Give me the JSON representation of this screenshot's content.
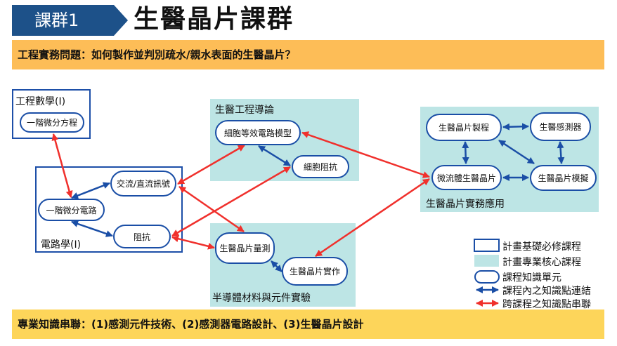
{
  "header": {
    "tag": "課群1",
    "title": "生醫晶片課群",
    "question": "工程實務問題：如何製作並判別疏水/親水表面的生醫晶片？"
  },
  "courses": {
    "math": {
      "title": "工程數學(I)",
      "units": [
        "一階微分方程"
      ]
    },
    "circuit": {
      "title": "電路學(I)",
      "units": [
        "交流/直流訊號",
        "一階微分電路",
        "阻抗"
      ]
    },
    "bme_intro": {
      "title": "生醫工程導論",
      "units": [
        "細胞等效電路模型",
        "細胞阻抗"
      ]
    },
    "semi_lab": {
      "title": "半導體材料與元件實驗",
      "units": [
        "生醫晶片量測",
        "生醫晶片實作"
      ]
    },
    "biochip_app": {
      "title": "生醫晶片實務應用",
      "units": [
        "生醫晶片製程",
        "生醫感測器",
        "微流體生醫晶片",
        "生醫晶片模擬"
      ]
    }
  },
  "legend": [
    "計畫基礎必修課程",
    "計畫專業核心課程",
    "課程知識單元",
    "課程內之知識點連結",
    "跨課程之知識點串聯"
  ],
  "footer": "專業知識串聯：(1)感測元件技術、(2)感測器電路設計、(3)生醫晶片設計",
  "colors": {
    "blue": "#1a4ea6",
    "red": "#f0302c",
    "teal": "#bde5e5",
    "orange": "#fdbd57",
    "yellow": "#fdd55a",
    "navy": "#1d5189"
  }
}
